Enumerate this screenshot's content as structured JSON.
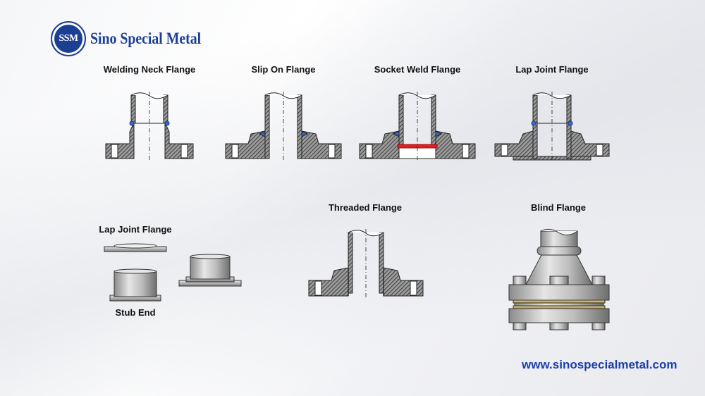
{
  "logo": {
    "mark": "SSM",
    "name": "Sino Special Metal"
  },
  "labels": {
    "welding_neck": "Welding Neck Flange",
    "slip_on": "Slip On Flange",
    "socket_weld": "Socket Weld Flange",
    "lap_joint_top": "Lap Joint Flange",
    "lap_joint_bottom": "Lap Joint Flange",
    "stub_end": "Stub End",
    "threaded": "Threaded Flange",
    "blind": "Blind Flange"
  },
  "website": "www.sinospecialmetal.com",
  "colors": {
    "brand": "#1c3f94",
    "url": "#1c3fa8",
    "weld_dot": "#3b66c4",
    "socket_gap": "#e02020",
    "gasket": "#c8b070",
    "metal_dark": "#5a5a5a",
    "metal_light": "#d8d8d8"
  }
}
